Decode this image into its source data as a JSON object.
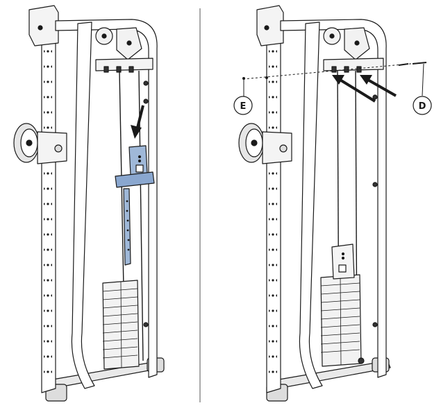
{
  "figure": {
    "callouts": [
      {
        "id": "E",
        "label": "E"
      },
      {
        "id": "D",
        "label": "D"
      }
    ]
  },
  "colors": {
    "line": "#1a1a1a",
    "frame_fill": "#ffffff",
    "shadow": "#cfcfcf",
    "highlight": "#9fb8d8",
    "highlight_dark": "#6e8fbf",
    "weight_plate": "#f2f2f2"
  },
  "icons": {
    "arrow_left_panel": "down-arrow-icon",
    "arrows_right_panel": "diagonal-arrow-icon"
  }
}
